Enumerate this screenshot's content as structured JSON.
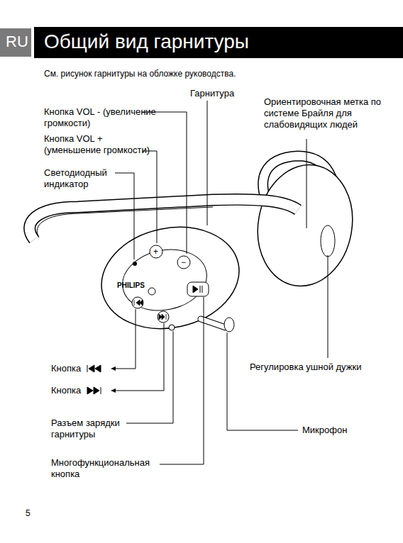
{
  "diagram": {
    "title": "Общий вид гарнитуры",
    "labels": [
      "RU",
      "См. рисунок гарнитуры на обложке руководства.",
      "Гарнитура",
      "Кнопка VOL - (увеличение громкости)",
      "Кнопка VOL + (уменьшение громкости)",
      "Светодиодный индикатор",
      "Ориентировочная метка по системе Брайля для слабовидящих людей",
      "Регулировка ушной дужки",
      "Кнопка",
      "Кнопка",
      "Разъем зарядки гарнитуры",
      "Микрофон",
      "Многофункциональная кнопка",
      "5",
      "PHILIPS",
      "+",
      "−"
    ]
  }
}
